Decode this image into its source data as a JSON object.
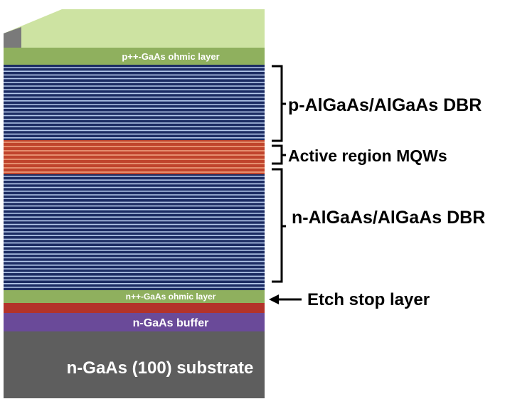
{
  "diagram": {
    "layers": {
      "substrate": "n-GaAs (100) substrate",
      "buffer": "n-GaAs buffer",
      "bottom_contact": "n++-GaAs ohmic layer",
      "top_contact": "p++-GaAs ohmic layer"
    },
    "annotations": {
      "p_dbr": "p-AlGaAs/AlGaAs DBR",
      "active": "Active region MQWs",
      "n_dbr": "n-AlGaAs/AlGaAs DBR",
      "etch_stop": "Etch stop layer"
    },
    "colors": {
      "green": "#b6d486",
      "green_top": "#cde3a2",
      "green_side": "#8fb05e",
      "dbr_dark": "#1c2c63",
      "dbr_light": "#b4c8ea",
      "active_red": "#c0442c",
      "active_light": "#f1a683",
      "etch_red": "#b3332a",
      "buffer_purple": "#6a4a99",
      "substrate_gray": "#5e5e5e"
    }
  }
}
